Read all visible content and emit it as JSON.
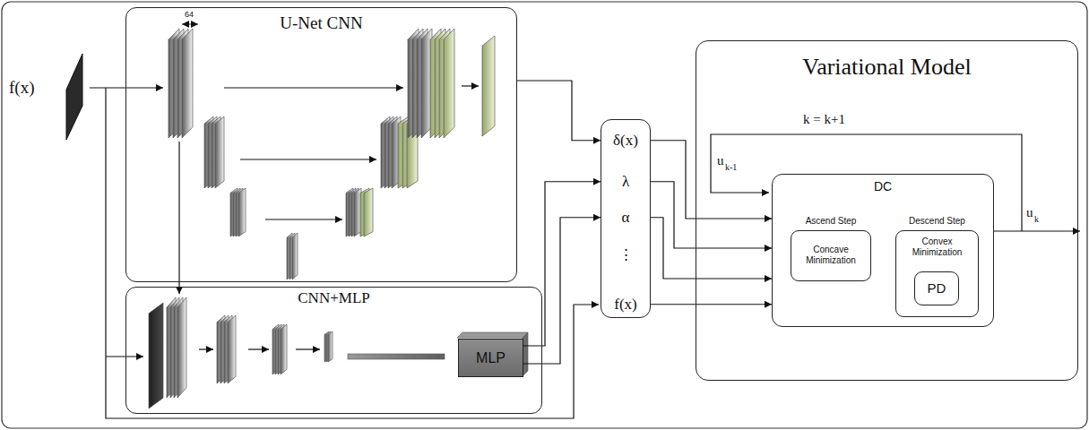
{
  "diagram": {
    "nodes": [
      {
        "text": [
          "U-Net CNN"
        ]
      },
      {
        "text": [
          "CNN+MLP"
        ]
      },
      {
        "text": [
          "MLP"
        ],
        "in": 1
      },
      {
        "text": [
          "δ(x)",
          "λ",
          "α",
          "⋮",
          "f(x)"
        ]
      },
      {
        "text": [
          "Variational Model"
        ]
      },
      {
        "text": [
          "DC"
        ],
        "in": 4
      },
      {
        "text": [
          "Ascend Step",
          "Concave Minimization"
        ],
        "in": 5
      },
      {
        "text": [
          "Descend Step",
          "Convex Minimization"
        ],
        "in": 5
      },
      {
        "text": [
          "PD"
        ],
        "in": 7
      }
    ],
    "edges": [
      {
        "from": 0,
        "to": 3,
        "arrow": "to"
      },
      {
        "from": 0,
        "to": 1,
        "arrow": "to"
      },
      {
        "from": 2,
        "to": 3,
        "arrow": "to"
      },
      {
        "from": 2,
        "to": 3,
        "arrow": "to"
      },
      {
        "from": 3,
        "to": 5,
        "arrow": "to"
      },
      {
        "from": 3,
        "to": 5,
        "arrow": "to"
      },
      {
        "from": 3,
        "to": 5,
        "arrow": "to"
      },
      {
        "from": 3,
        "to": 5,
        "arrow": "to"
      }
    ],
    "labels": [
      "f(x)",
      "64",
      "k = k+1",
      "u",
      "k-1",
      "u",
      "k"
    ]
  }
}
